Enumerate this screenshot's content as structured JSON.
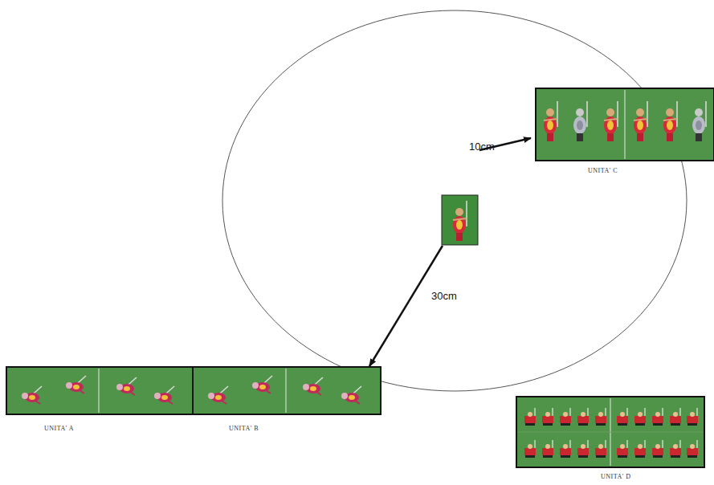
{
  "diagram": {
    "nodes": [
      {
        "text": [
          "UNITA' C"
        ]
      },
      {
        "text": [
          "UNITA' A"
        ]
      },
      {
        "text": [
          "UNITA' B"
        ]
      },
      {
        "text": [
          "UNITA' D"
        ]
      }
    ],
    "labels": [
      "10cm",
      "30cm"
    ]
  }
}
